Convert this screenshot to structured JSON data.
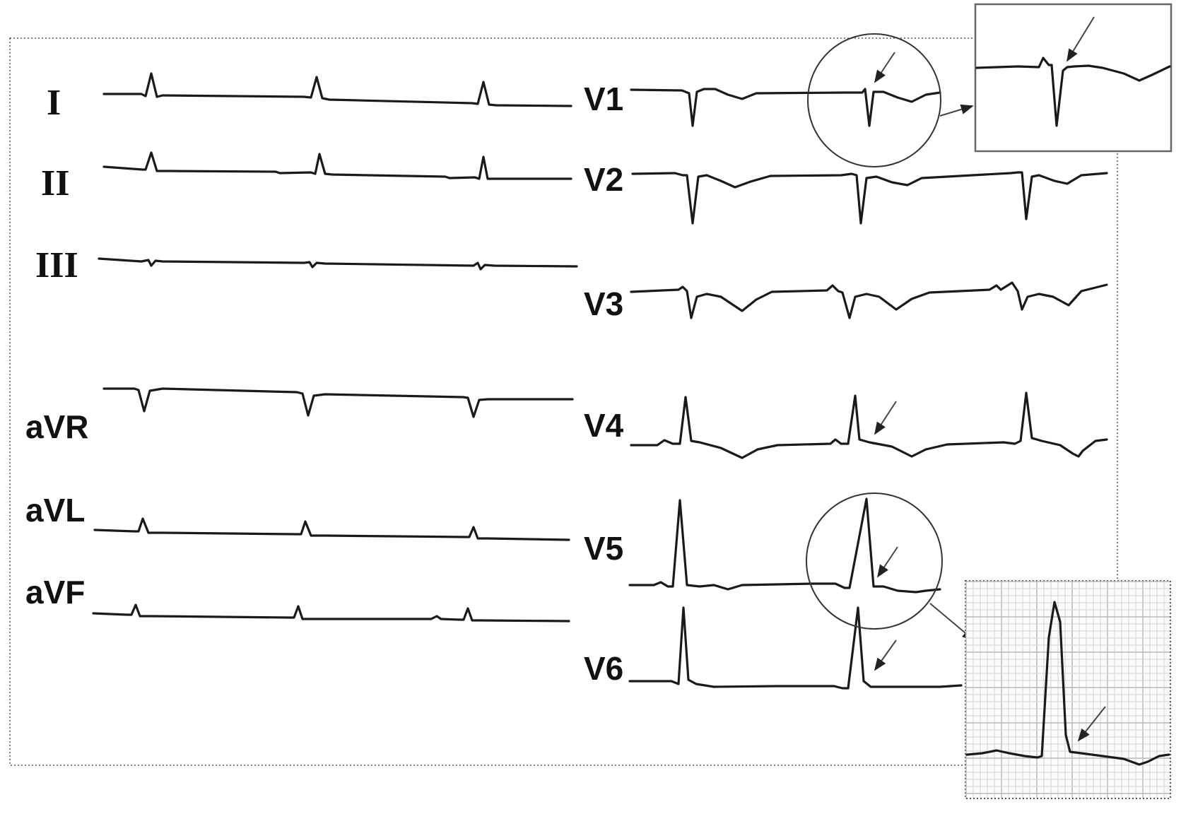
{
  "limb_leads": [
    {
      "id": "I",
      "label": "I"
    },
    {
      "id": "II",
      "label": "II"
    },
    {
      "id": "III",
      "label": "III"
    },
    {
      "id": "aVR",
      "label": "aVR"
    },
    {
      "id": "aVL",
      "label": "aVL"
    },
    {
      "id": "aVF",
      "label": "aVF"
    }
  ],
  "precordial_leads": [
    {
      "id": "V1",
      "label": "V1"
    },
    {
      "id": "V2",
      "label": "V2"
    },
    {
      "id": "V3",
      "label": "V3"
    },
    {
      "id": "V4",
      "label": "V4"
    },
    {
      "id": "V5",
      "label": "V5"
    },
    {
      "id": "V6",
      "label": "V6"
    }
  ],
  "annotations": {
    "circles": [
      "V1 complex",
      "V5 complex"
    ],
    "arrows": [
      "V1",
      "V4",
      "V5",
      "V6"
    ],
    "insets": [
      "V1 magnified",
      "V5 magnified"
    ]
  }
}
